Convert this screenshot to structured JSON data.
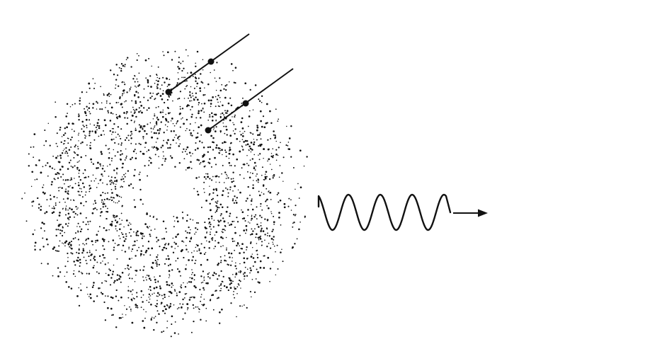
{
  "diagram": {
    "ink_color": "#111111",
    "background_color": "#ffffff",
    "elements": [
      "electron-cloud",
      "electron-trajectory",
      "electron-trajectory",
      "emitted-photon-wave",
      "propagation-arrow"
    ]
  }
}
